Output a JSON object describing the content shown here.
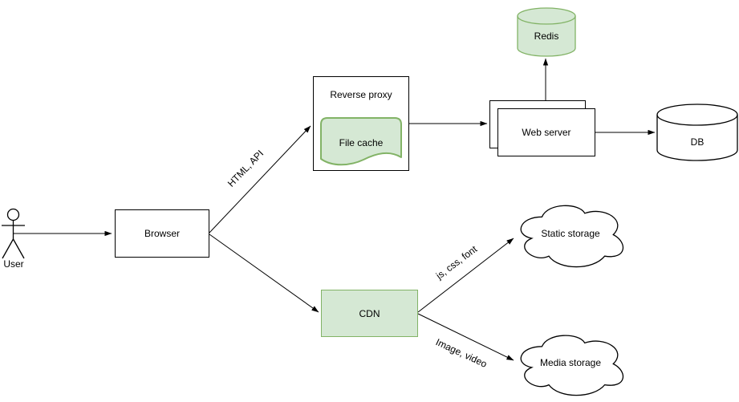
{
  "diagram": {
    "nodes": {
      "user": {
        "label": "User",
        "shape": "actor",
        "fill": "#ffffff"
      },
      "browser": {
        "label": "Browser",
        "shape": "rectangle",
        "fill": "#ffffff"
      },
      "reverse_proxy": {
        "label": "Reverse proxy",
        "shape": "container",
        "fill": "#ffffff"
      },
      "file_cache": {
        "label": "File cache",
        "shape": "document",
        "fill": "#d5e8d4"
      },
      "web_server": {
        "label": "Web server",
        "shape": "stacked-rectangle",
        "fill": "#ffffff"
      },
      "redis": {
        "label": "Redis",
        "shape": "cylinder",
        "fill": "#d5e8d4"
      },
      "db": {
        "label": "DB",
        "shape": "cylinder",
        "fill": "#ffffff"
      },
      "cdn": {
        "label": "CDN",
        "shape": "rectangle",
        "fill": "#d5e8d4"
      },
      "static_storage": {
        "label": "Static storage",
        "shape": "cloud",
        "fill": "#ffffff"
      },
      "media_storage": {
        "label": "Media storage",
        "shape": "cloud",
        "fill": "#ffffff"
      }
    },
    "edges": [
      {
        "from": "user",
        "to": "browser",
        "label": ""
      },
      {
        "from": "browser",
        "to": "reverse_proxy",
        "label": "HTML, API"
      },
      {
        "from": "reverse_proxy",
        "to": "web_server",
        "label": ""
      },
      {
        "from": "web_server",
        "to": "redis",
        "label": ""
      },
      {
        "from": "web_server",
        "to": "db",
        "label": ""
      },
      {
        "from": "browser",
        "to": "cdn",
        "label": ""
      },
      {
        "from": "cdn",
        "to": "static_storage",
        "label": "js, css, font"
      },
      {
        "from": "cdn",
        "to": "media_storage",
        "label": "Image, video"
      }
    ],
    "colors": {
      "green_fill": "#d5e8d4",
      "green_stroke": "#82b366",
      "line_stroke": "#000000",
      "background": "#ffffff",
      "text": "#000000"
    }
  }
}
